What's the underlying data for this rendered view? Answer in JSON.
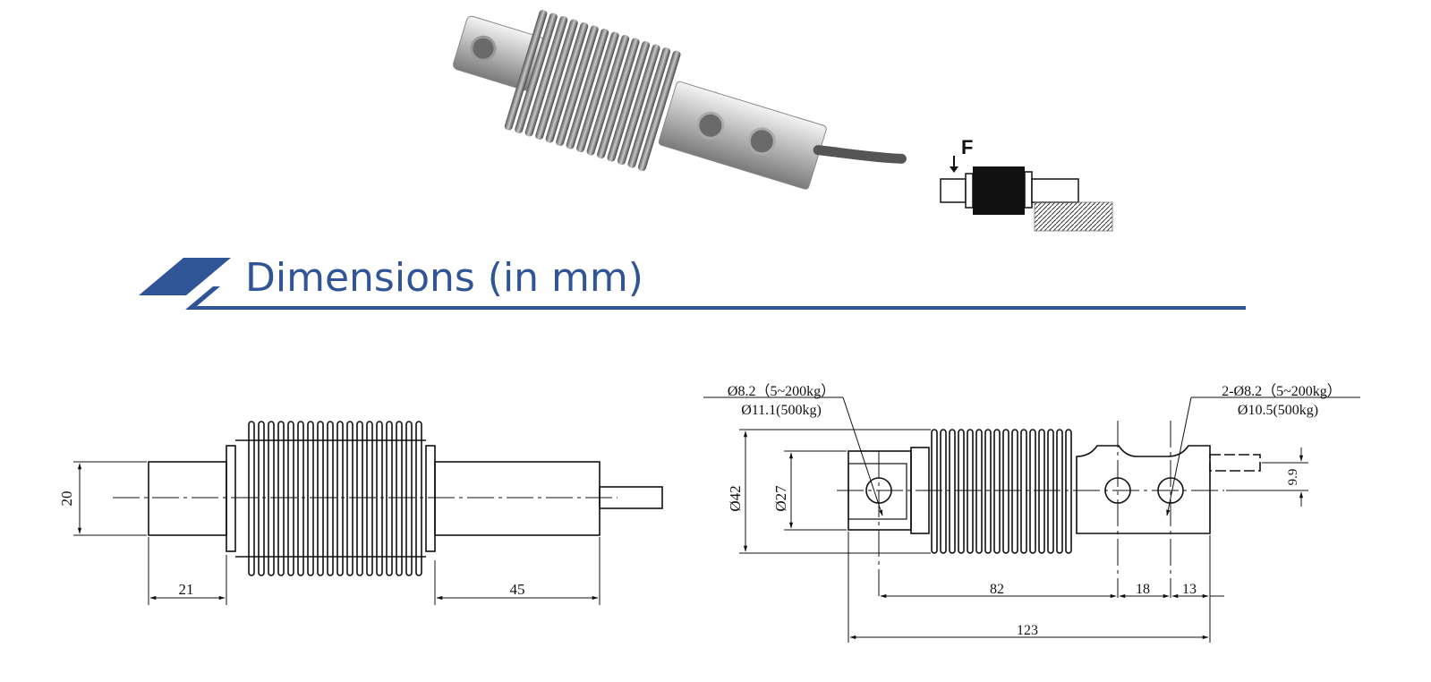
{
  "heading": {
    "title": "Dimensions (in mm)",
    "color": "#2f5597"
  },
  "load_diagram": {
    "force_label": "F"
  },
  "product_photo": {
    "icon": "bellows-load-cell-photo"
  },
  "side_view": {
    "dims": {
      "height": "20",
      "left_len": "21",
      "right_len": "45"
    }
  },
  "front_view": {
    "callout_left": {
      "line1": "Ø8.2（5~200kg）",
      "line2": "Ø11.1(500kg)"
    },
    "callout_right": {
      "line1": "2-Ø8.2（5~200kg）",
      "line2": "Ø10.5(500kg)"
    },
    "dims": {
      "outer_dia": "Ø42",
      "inner_dia": "Ø27",
      "offset": "9.9",
      "d82": "82",
      "d18": "18",
      "d13": "13",
      "d123": "123"
    }
  }
}
